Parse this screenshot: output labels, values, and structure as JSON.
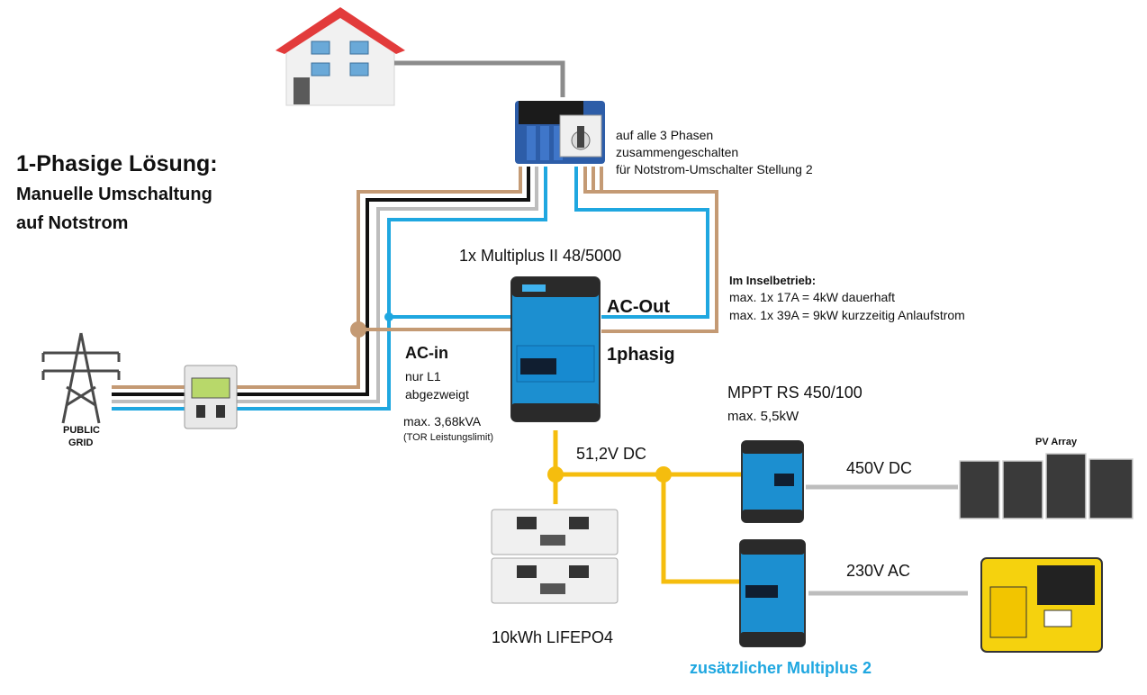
{
  "title": {
    "line1": "1-Phasige Lösung:",
    "line2": "Manuelle Umschaltung",
    "line3": "auf Notstrom"
  },
  "switch_note": {
    "line1": "auf alle 3 Phasen",
    "line2": "zusammengeschalten",
    "line3": "für Notstrom-Umschalter Stellung 2"
  },
  "inverter": {
    "label": "1x Multiplus II 48/5000",
    "ac_out": "AC-Out",
    "phase": "1phasig",
    "ac_in": "AC-in",
    "ac_in_note1": "nur L1",
    "ac_in_note2": "abgezweigt",
    "limit": "max. 3,68kVA",
    "limit_note": "(TOR Leistungslimit)"
  },
  "island": {
    "heading": "Im Inselbetrieb:",
    "line1": "max. 1x 17A = 4kW dauerhaft",
    "line2": "max. 1x 39A = 9kW kurzzeitig Anlaufstrom"
  },
  "grid": {
    "label_line1": "PUBLIC",
    "label_line2": "GRID"
  },
  "mppt": {
    "label": "MPPT RS 450/100",
    "max": "max. 5,5kW"
  },
  "dc_bus": "51,2V DC",
  "pv": {
    "voltage": "450V DC",
    "label": "PV Array"
  },
  "battery": {
    "label": "10kWh LIFEPO4"
  },
  "generator": {
    "voltage": "230V AC"
  },
  "multiplus2": {
    "label": "zusätzlicher Multiplus 2"
  },
  "colors": {
    "brown": "#c49a74",
    "black": "#111111",
    "grey": "#bdbdbd",
    "blue": "#1fa7e0",
    "dc": "#f5bd0e",
    "victron": "#1c8fd0",
    "roof": "#e23b3b"
  }
}
